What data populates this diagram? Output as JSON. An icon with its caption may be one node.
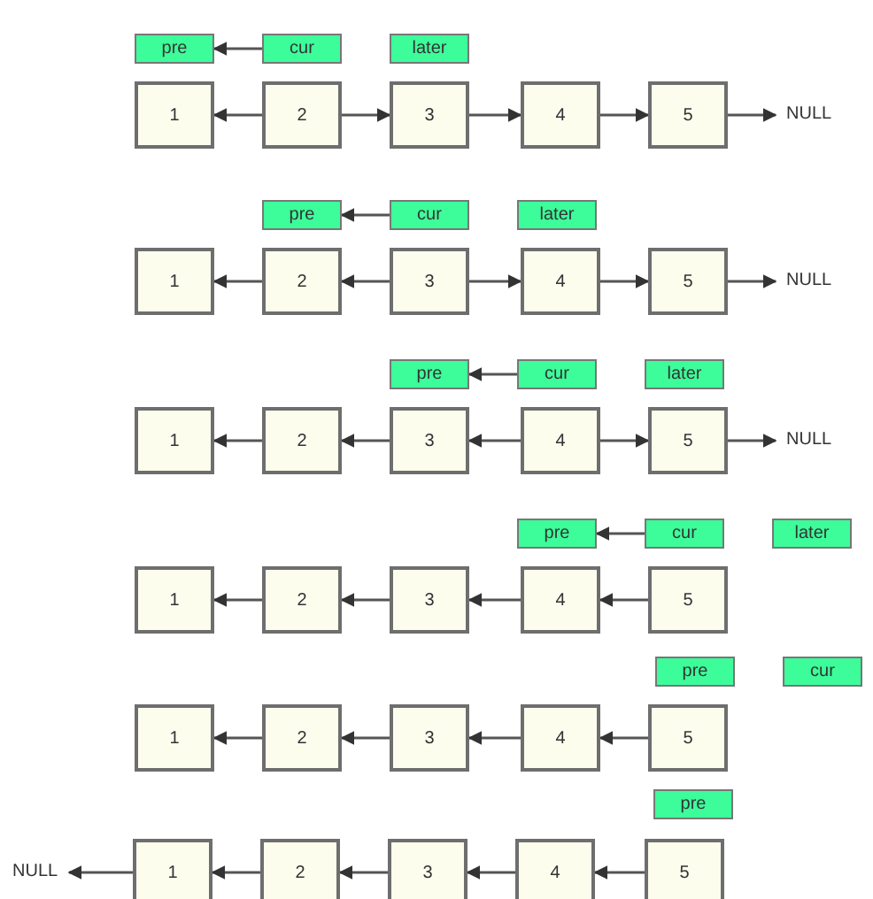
{
  "diagram": {
    "nodes": [
      {
        "text": [
          "pre"
        ]
      },
      {
        "text": [
          "cur"
        ]
      },
      {
        "text": [
          "later"
        ]
      },
      {
        "text": [
          "1"
        ]
      },
      {
        "text": [
          "2"
        ]
      },
      {
        "text": [
          "3"
        ]
      },
      {
        "text": [
          "4"
        ]
      },
      {
        "text": [
          "5"
        ]
      },
      {
        "text": [
          "NULL"
        ]
      },
      {
        "text": [
          "pre"
        ]
      },
      {
        "text": [
          "cur"
        ]
      },
      {
        "text": [
          "later"
        ]
      },
      {
        "text": [
          "1"
        ]
      },
      {
        "text": [
          "2"
        ]
      },
      {
        "text": [
          "3"
        ]
      },
      {
        "text": [
          "4"
        ]
      },
      {
        "text": [
          "5"
        ]
      },
      {
        "text": [
          "NULL"
        ]
      },
      {
        "text": [
          "pre"
        ]
      },
      {
        "text": [
          "cur"
        ]
      },
      {
        "text": [
          "later"
        ]
      },
      {
        "text": [
          "1"
        ]
      },
      {
        "text": [
          "2"
        ]
      },
      {
        "text": [
          "3"
        ]
      },
      {
        "text": [
          "4"
        ]
      },
      {
        "text": [
          "5"
        ]
      },
      {
        "text": [
          "NULL"
        ]
      },
      {
        "text": [
          "pre"
        ]
      },
      {
        "text": [
          "cur"
        ]
      },
      {
        "text": [
          "later"
        ]
      },
      {
        "text": [
          "1"
        ]
      },
      {
        "text": [
          "2"
        ]
      },
      {
        "text": [
          "3"
        ]
      },
      {
        "text": [
          "4"
        ]
      },
      {
        "text": [
          "5"
        ]
      },
      {
        "text": [
          "pre"
        ]
      },
      {
        "text": [
          "cur"
        ]
      },
      {
        "text": [
          "1"
        ]
      },
      {
        "text": [
          "2"
        ]
      },
      {
        "text": [
          "3"
        ]
      },
      {
        "text": [
          "4"
        ]
      },
      {
        "text": [
          "5"
        ]
      },
      {
        "text": [
          "pre"
        ]
      },
      {
        "text": [
          "NULL"
        ]
      },
      {
        "text": [
          "1"
        ]
      },
      {
        "text": [
          "2"
        ]
      },
      {
        "text": [
          "3"
        ]
      },
      {
        "text": [
          "4"
        ]
      },
      {
        "text": [
          "5"
        ]
      }
    ],
    "edges": [
      {
        "from": 1,
        "to": 0,
        "arrow": "to"
      },
      {
        "from": 4,
        "to": 3,
        "arrow": "to"
      },
      {
        "from": 4,
        "to": 5,
        "arrow": "to"
      },
      {
        "from": 5,
        "to": 6,
        "arrow": "to"
      },
      {
        "from": 6,
        "to": 7,
        "arrow": "to"
      },
      {
        "from": 7,
        "to": 8,
        "arrow": "to"
      },
      {
        "from": 10,
        "to": 9,
        "arrow": "to"
      },
      {
        "from": 13,
        "to": 12,
        "arrow": "to"
      },
      {
        "from": 14,
        "to": 13,
        "arrow": "to"
      },
      {
        "from": 14,
        "to": 15,
        "arrow": "to"
      },
      {
        "from": 15,
        "to": 16,
        "arrow": "to"
      },
      {
        "from": 16,
        "to": 17,
        "arrow": "to"
      },
      {
        "from": 19,
        "to": 18,
        "arrow": "to"
      },
      {
        "from": 22,
        "to": 21,
        "arrow": "to"
      },
      {
        "from": 23,
        "to": 22,
        "arrow": "to"
      },
      {
        "from": 24,
        "to": 23,
        "arrow": "to"
      },
      {
        "from": 24,
        "to": 25,
        "arrow": "to"
      },
      {
        "from": 25,
        "to": 26,
        "arrow": "to"
      },
      {
        "from": 28,
        "to": 27,
        "arrow": "to"
      },
      {
        "from": 31,
        "to": 30,
        "arrow": "to"
      },
      {
        "from": 32,
        "to": 31,
        "arrow": "to"
      },
      {
        "from": 33,
        "to": 32,
        "arrow": "to"
      },
      {
        "from": 34,
        "to": 33,
        "arrow": "to"
      },
      {
        "from": 38,
        "to": 37,
        "arrow": "to"
      },
      {
        "from": 39,
        "to": 38,
        "arrow": "to"
      },
      {
        "from": 40,
        "to": 39,
        "arrow": "to"
      },
      {
        "from": 41,
        "to": 40,
        "arrow": "to"
      },
      {
        "from": 44,
        "to": 43,
        "arrow": "to"
      },
      {
        "from": 45,
        "to": 44,
        "arrow": "to"
      },
      {
        "from": 46,
        "to": 45,
        "arrow": "to"
      },
      {
        "from": 47,
        "to": 46,
        "arrow": "to"
      },
      {
        "from": 48,
        "to": 47,
        "arrow": "to"
      }
    ]
  }
}
